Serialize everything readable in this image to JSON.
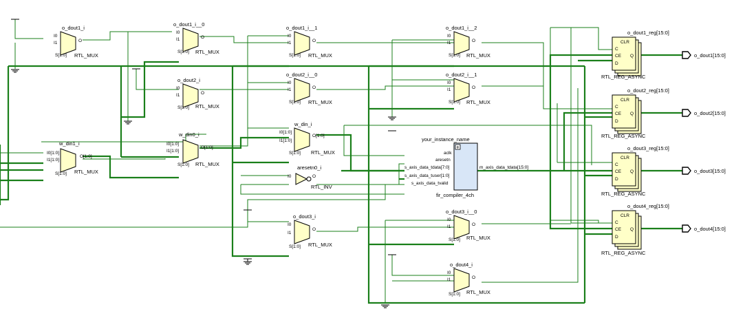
{
  "instances": {
    "m_dout1_i": {
      "name": "o_dout1_i",
      "type": "RTL_MUX",
      "pins": {
        "a": "I0",
        "b": "I1",
        "s": "S[1:0]",
        "o": "O"
      }
    },
    "m_dout1_0": {
      "name": "o_dout1_i__0",
      "type": "RTL_MUX",
      "pins": {
        "a": "I0",
        "b": "I1",
        "s": "S[1:0]",
        "o": "O"
      }
    },
    "m_dout1_1": {
      "name": "o_dout1_i__1",
      "type": "RTL_MUX",
      "pins": {
        "a": "I0",
        "b": "I1",
        "s": "S[1:0]",
        "o": "O"
      }
    },
    "m_dout1_2": {
      "name": "o_dout1_i__2",
      "type": "RTL_MUX",
      "pins": {
        "a": "I0",
        "b": "I1",
        "s": "S[1:0]",
        "o": "O"
      }
    },
    "m_dout2_i": {
      "name": "o_dout2_i",
      "type": "RTL_MUX",
      "pins": {
        "a": "I0",
        "b": "I1",
        "s": "S[1:0]",
        "o": "O"
      }
    },
    "m_dout2_0": {
      "name": "o_dout2_i__0",
      "type": "RTL_MUX",
      "pins": {
        "a": "I0",
        "b": "I1",
        "s": "S[1:0]",
        "o": "O"
      }
    },
    "m_dout2_1": {
      "name": "o_dout2_i__1",
      "type": "RTL_MUX",
      "pins": {
        "a": "I0",
        "b": "I1",
        "s": "S[1:0]",
        "o": "O"
      }
    },
    "m_wdin1": {
      "name": "w_din1_i",
      "type": "RTL_MUX",
      "pins": {
        "a": "I0[1:0]",
        "b": "I1[1:0]",
        "s": "S[1:0]",
        "o": "O[1:0]"
      }
    },
    "m_wdin0": {
      "name": "w_din0_i",
      "type": "RTL_MUX",
      "pins": {
        "a": "I0[1:0]",
        "b": "I1[1:0]",
        "s": "S[1:0]",
        "o": "O[1:0]"
      }
    },
    "m_wdin": {
      "name": "w_din_i",
      "type": "RTL_MUX",
      "pins": {
        "a": "I0[1:0]",
        "b": "I1[1:0]",
        "s": "S[1:0]",
        "o": "O[1:0]"
      }
    },
    "m_dout3_i": {
      "name": "o_dout3_i",
      "type": "RTL_MUX",
      "pins": {
        "a": "I0",
        "b": "I1",
        "s": "S[1:0]",
        "o": "O"
      }
    },
    "m_dout3_0": {
      "name": "o_dout3_i__0",
      "type": "RTL_MUX",
      "pins": {
        "a": "I0",
        "b": "I1",
        "s": "S[1:0]",
        "o": "O"
      }
    },
    "m_dout4_i": {
      "name": "o_dout4_i",
      "type": "RTL_MUX",
      "pins": {
        "a": "I0",
        "b": "I1",
        "s": "S[1:0]",
        "o": "O"
      }
    }
  },
  "inverter": {
    "name": "aresetn0_i",
    "type": "RTL_INV",
    "pin_in": "I0",
    "pin_out": "O"
  },
  "ip": {
    "instance": "your_instance_name",
    "module": "fir_compiler_4ch",
    "expand_icon": "+",
    "inputs": [
      "aclk",
      "aresetn",
      "s_axis_data_tdata[7:0]",
      "s_axis_data_tuser[1:0]",
      "s_axis_data_tvalid"
    ],
    "output": "m_axis_data_tdata[15:0]"
  },
  "registers": [
    {
      "name": "o_dout1_reg[15:0]",
      "type": "RTL_REG_ASYNC",
      "pins": [
        "CLR",
        "C",
        "CE",
        "D",
        "Q"
      ]
    },
    {
      "name": "o_dout2_reg[15:0]",
      "type": "RTL_REG_ASYNC",
      "pins": [
        "CLR",
        "C",
        "CE",
        "D",
        "Q"
      ]
    },
    {
      "name": "o_dout3_reg[15:0]",
      "type": "RTL_REG_ASYNC",
      "pins": [
        "CLR",
        "C",
        "CE",
        "D",
        "Q"
      ]
    },
    {
      "name": "o_dout4_reg[15:0]",
      "type": "RTL_REG_ASYNC",
      "pins": [
        "CLR",
        "C",
        "CE",
        "D",
        "Q"
      ]
    }
  ],
  "ports": [
    "o_dout1[15:0]",
    "o_dout2[15:0]",
    "o_dout3[15:0]",
    "o_dout4[15:0]"
  ],
  "colors": {
    "wire": "#1a7f1a",
    "cell_fill": "#ffffc8",
    "ip_fill": "#d8e6f7"
  }
}
